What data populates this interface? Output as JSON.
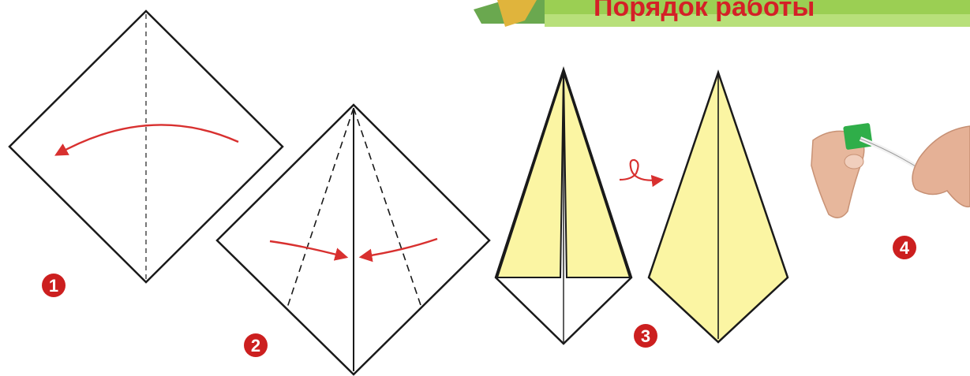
{
  "header": {
    "title": "Порядок работы",
    "banner_color": "#8cc63f",
    "title_color": "#d42027"
  },
  "steps": [
    {
      "number": "1"
    },
    {
      "number": "2"
    },
    {
      "number": "3"
    },
    {
      "number": "4"
    }
  ],
  "colors": {
    "paper_yellow": "#fbf5a3",
    "outline": "#1a1a1a",
    "arrow_red": "#d8302f",
    "badge_red": "#cc1f1f"
  }
}
